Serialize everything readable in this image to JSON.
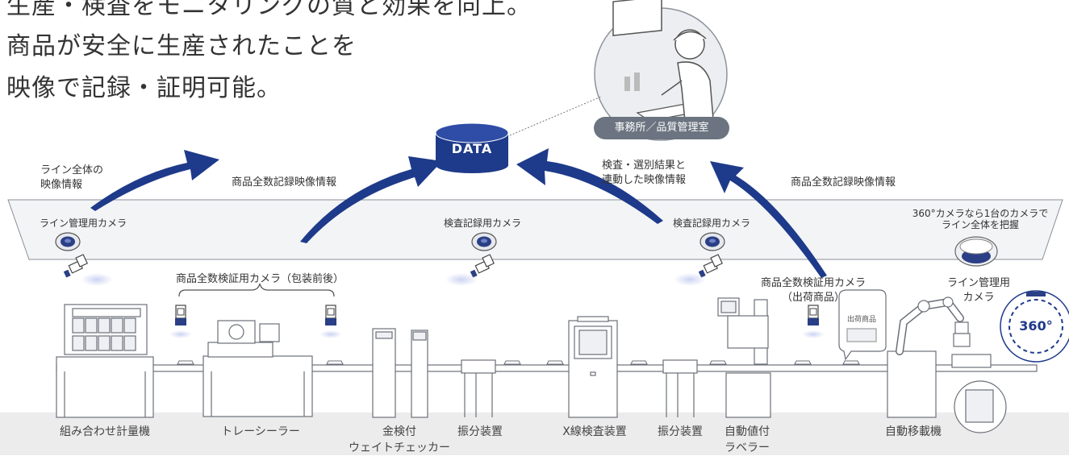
{
  "headline": {
    "line1": "生産・検査をモニタリングの質と効果を向上。",
    "line2": "商品が安全に生産されたことを",
    "line3": "映像で記録・証明可能。"
  },
  "data_store": {
    "label": "DATA"
  },
  "office": {
    "label": "事務所／品質管理室"
  },
  "arrow_labels": {
    "line_overview": [
      "ライン全体の",
      "映像情報"
    ],
    "all_product_record_1": "商品全数記録映像情報",
    "inspection_linked": [
      "検査・選別結果と",
      "連動した映像情報"
    ],
    "all_product_record_2": "商品全数記録映像情報"
  },
  "ceiling_cameras": {
    "line_mgmt": "ライン管理用カメラ",
    "inspection_1": "検査記録用カメラ",
    "inspection_2": "検査記録用カメラ",
    "cam360_note": [
      "360°カメラなら1台のカメラで",
      "ライン全体を把握"
    ]
  },
  "floor_cameras": {
    "pre_packaging": "商品全数検証用カメラ（包装前後）",
    "shipping": [
      "商品全数検証用カメラ",
      "（出荷商品）"
    ],
    "line_mgmt_360": [
      "ライン管理用",
      "カメラ"
    ],
    "badge_360": "360°"
  },
  "shipping_bubble": "出荷商品",
  "machines": [
    [
      "組み合わせ計量機"
    ],
    [
      "トレーシーラー"
    ],
    [
      "金検付",
      "ウェイトチェッカー"
    ],
    [
      "振分装置"
    ],
    [
      "X線検査装置"
    ],
    [
      "振分装置"
    ],
    [
      "自動値付",
      "ラベラー"
    ],
    [
      "自動移載機"
    ]
  ],
  "colors": {
    "accent": "#1e3a8a",
    "camera": "#2a3f85",
    "line": "#7a7f88",
    "shelf": "#f3f4f6"
  }
}
